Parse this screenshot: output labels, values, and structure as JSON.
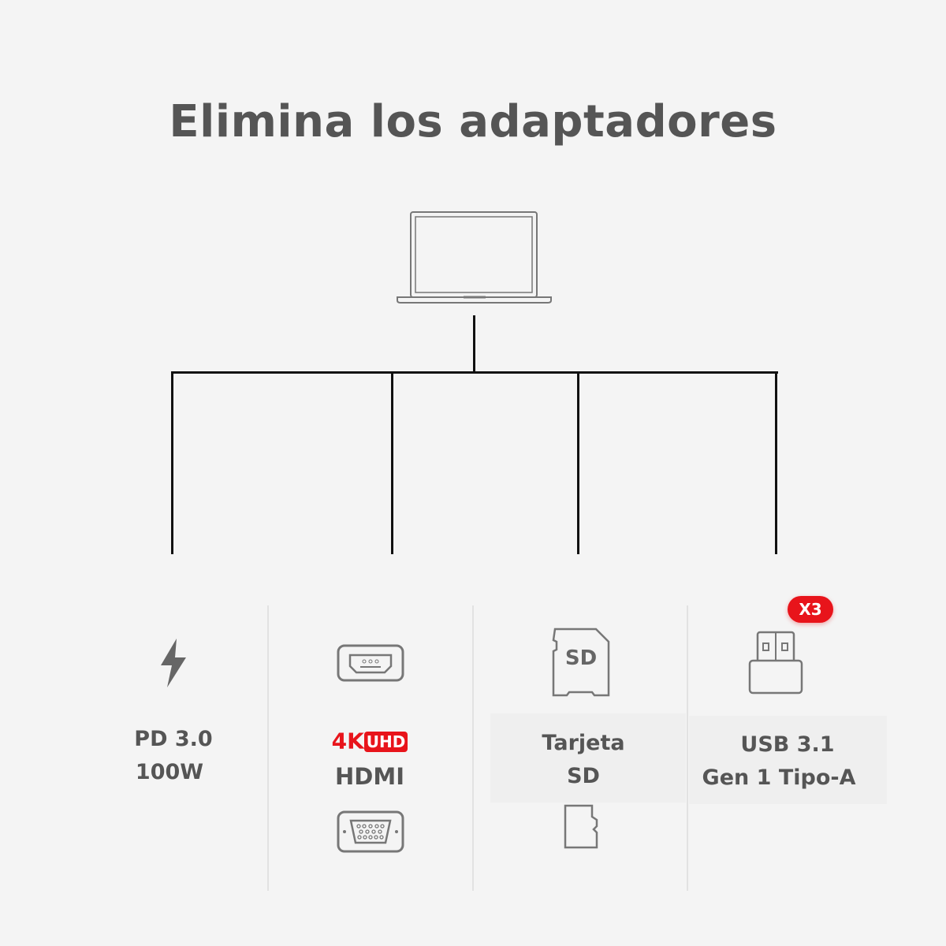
{
  "title": "Elimina los adaptadores",
  "colors": {
    "accent": "#e8141b",
    "text": "#555555",
    "background": "#f4f4f4"
  },
  "ports": [
    {
      "icon": "lightning-icon",
      "lines": [
        "PD 3.0",
        "100W"
      ]
    },
    {
      "icon": "hdmi-port-icon",
      "badge_4k": "4K",
      "badge_uhd": "UHD",
      "lines": [
        "HDMI"
      ],
      "secondary_icon": "vga-port-icon"
    },
    {
      "icon": "sd-card-icon",
      "icon_text": "SD",
      "lines": [
        "Tarjeta",
        "SD"
      ],
      "secondary_icon": "microsd-card-icon"
    },
    {
      "icon": "usb-a-icon",
      "count_badge": "X3",
      "lines": [
        "USB 3.1",
        "Gen 1 Tipo-A"
      ]
    }
  ]
}
